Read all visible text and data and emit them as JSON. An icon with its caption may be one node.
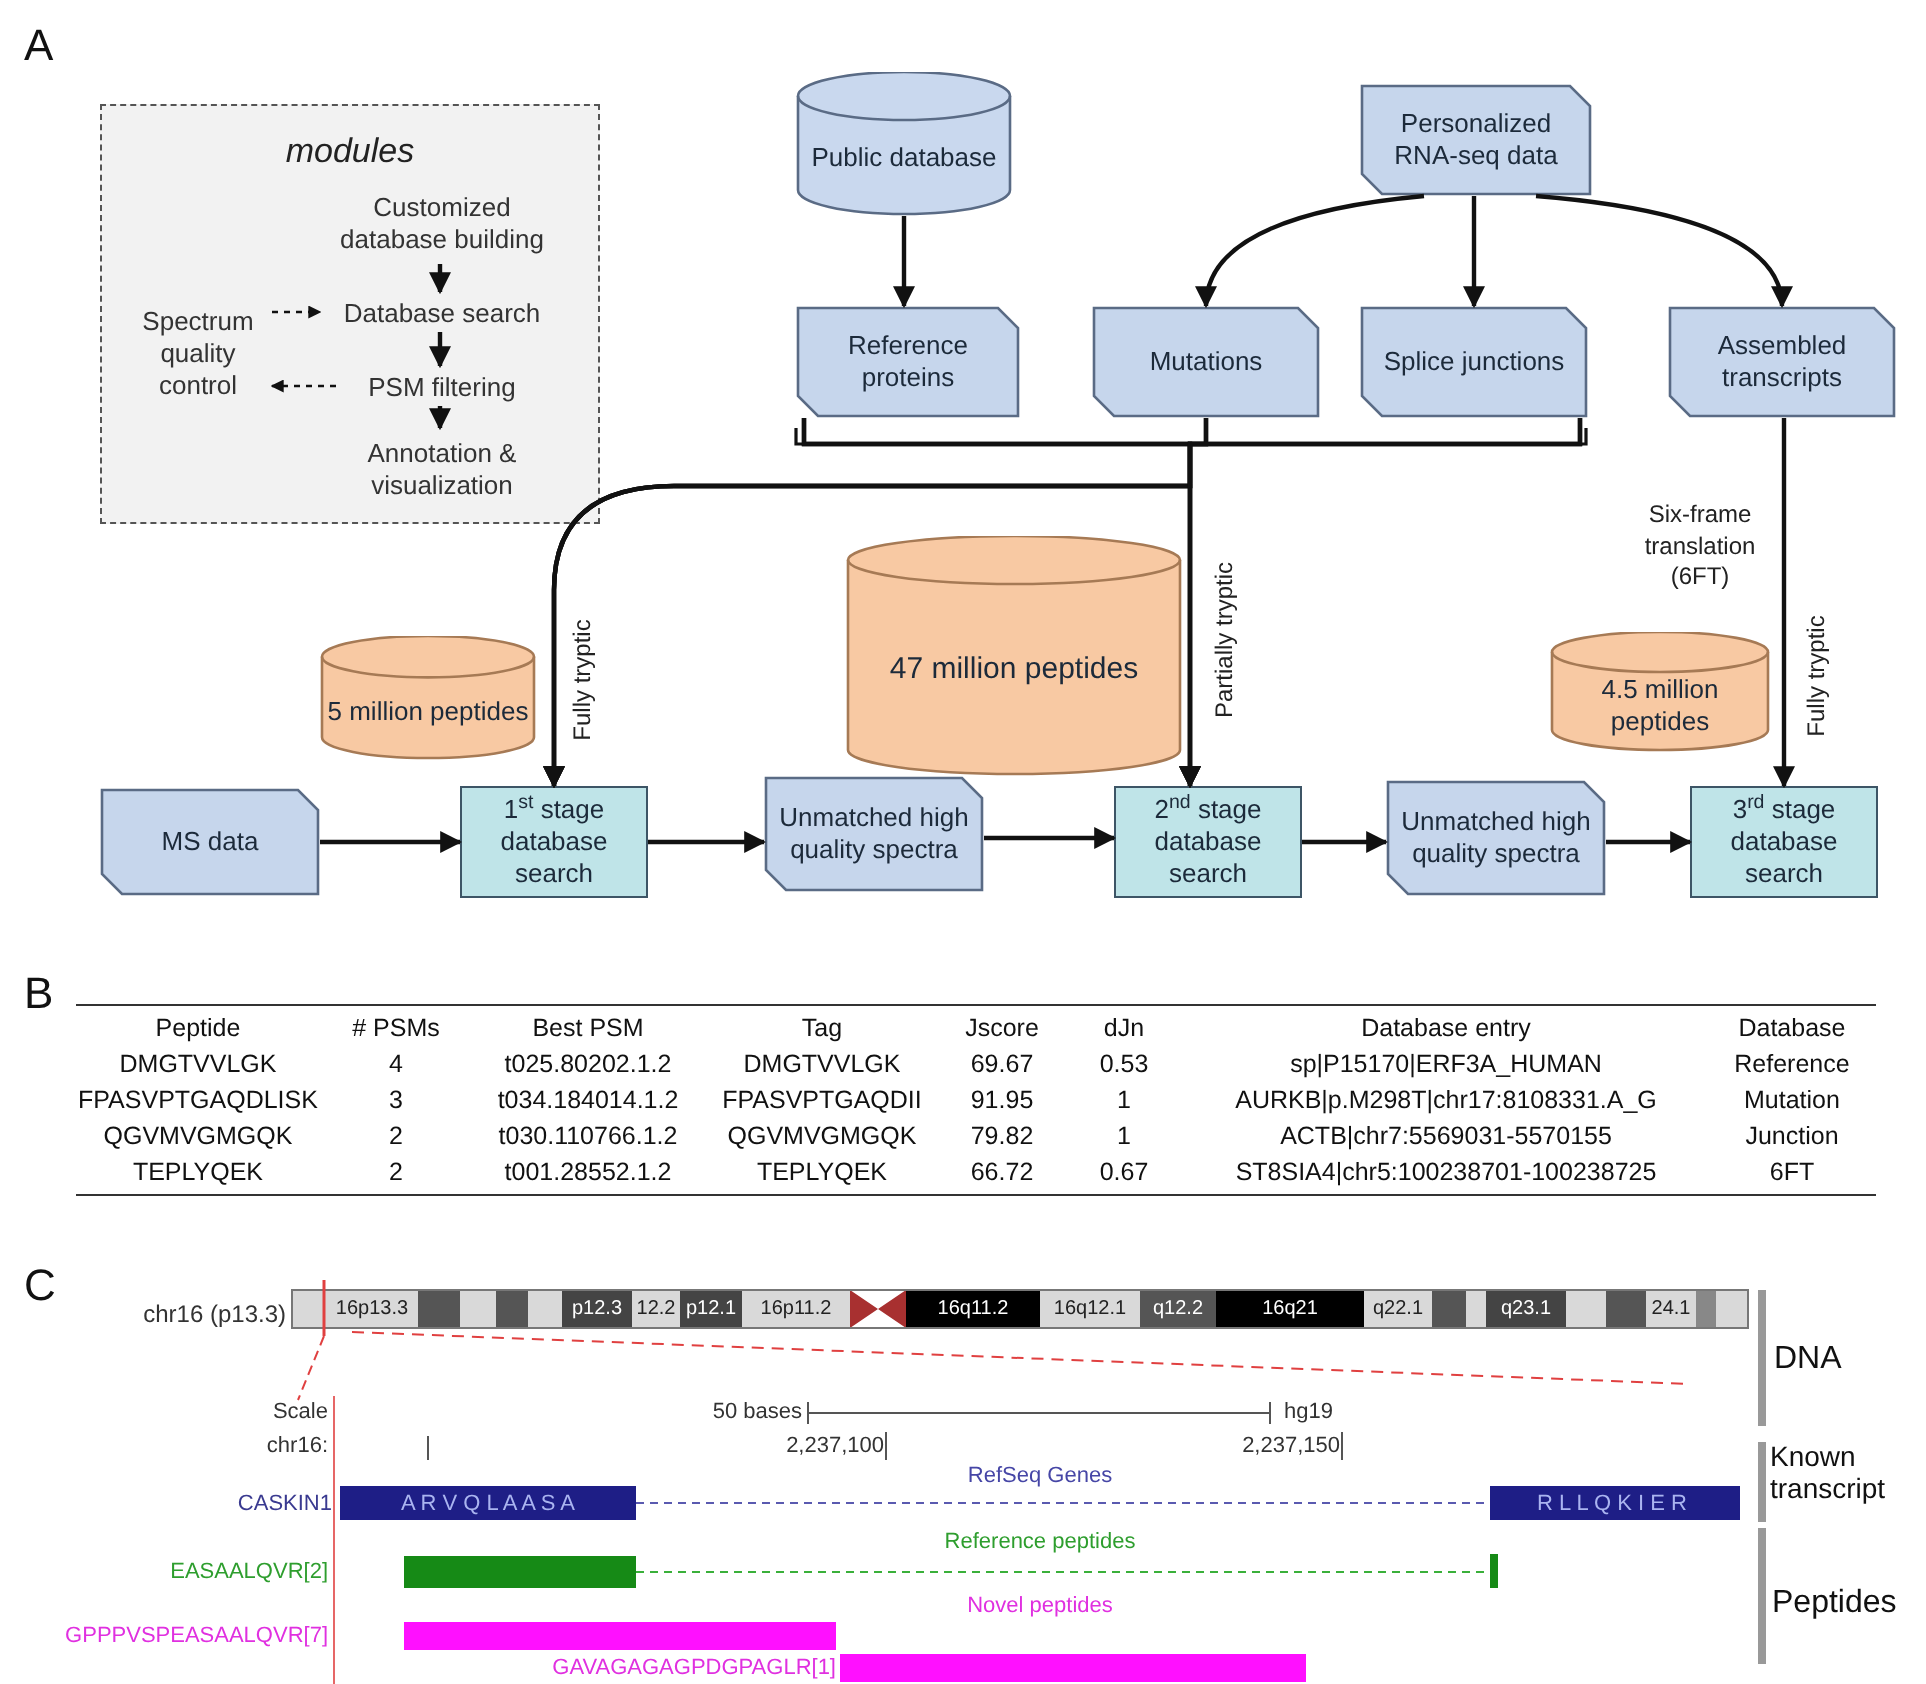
{
  "diagram": {
    "nodes": [
      {
        "text": [
          "modules"
        ]
      },
      {
        "text": [
          "Customized database building"
        ],
        "in": 0
      },
      {
        "text": [
          "Database search"
        ],
        "in": 0
      },
      {
        "text": [
          "PSM filtering"
        ],
        "in": 0
      },
      {
        "text": [
          "Annotation & visualization"
        ],
        "in": 0
      },
      {
        "text": [
          "Spectrum quality control"
        ],
        "in": 0
      },
      {
        "text": [
          "Public database"
        ]
      },
      {
        "text": [
          "Personalized RNA-seq data"
        ]
      },
      {
        "text": [
          "Reference proteins"
        ]
      },
      {
        "text": [
          "Mutations"
        ]
      },
      {
        "text": [
          "Splice junctions"
        ]
      },
      {
        "text": [
          "Assembled transcripts"
        ]
      },
      {
        "text": [
          "5 million peptides"
        ]
      },
      {
        "text": [
          "47 million peptides"
        ]
      },
      {
        "text": [
          "4.5 million peptides"
        ]
      },
      {
        "text": [
          "MS data"
        ]
      },
      {
        "text": [
          "1$^{st}$ stage database search"
        ]
      },
      {
        "text": [
          "Unmatched high quality spectra"
        ]
      },
      {
        "text": [
          "2$^{nd}$ stage database search"
        ]
      },
      {
        "text": [
          "Unmatched high quality spectra"
        ]
      },
      {
        "text": [
          "3$^{rd}$ stage database search"
        ]
      }
    ],
    "edges": [
      {
        "from": 1,
        "to": 2,
        "arrow": "to"
      },
      {
        "from": 2,
        "to": 3,
        "arrow": "to"
      },
      {
        "from": 3,
        "to": 4,
        "arrow": "to"
      },
      {
        "from": 5,
        "to": 2,
        "arrow": "to",
        "style": "dashed"
      },
      {
        "from": 3,
        "to": 5,
        "arrow": "to",
        "style": "dashed"
      },
      {
        "from": 6,
        "to": 8,
        "arrow": "to"
      },
      {
        "from": 7,
        "to": 9,
        "arrow": "to"
      },
      {
        "from": 7,
        "to": 10,
        "arrow": "to"
      },
      {
        "from": 7,
        "to": 11,
        "arrow": "to"
      },
      {
        "from": 8,
        "to": 16,
        "arrow": "to",
        "label": "Fully tryptic"
      },
      {
        "from": 9,
        "to": 16,
        "arrow": "to"
      },
      {
        "from": 10,
        "to": 16,
        "arrow": "to"
      },
      {
        "from": 8,
        "to": 18,
        "arrow": "to",
        "label": "Partially tryptic"
      },
      {
        "from": 9,
        "to": 18,
        "arrow": "to"
      },
      {
        "from": 10,
        "to": 18,
        "arrow": "to"
      },
      {
        "from": 11,
        "to": 20,
        "arrow": "to",
        "label": "Fully tryptic"
      },
      {
        "from": 15,
        "to": 16,
        "arrow": "to"
      },
      {
        "from": 16,
        "to": 17,
        "arrow": "to"
      },
      {
        "from": 17,
        "to": 18,
        "arrow": "to"
      },
      {
        "from": 18,
        "to": 19,
        "arrow": "to"
      },
      {
        "from": 19,
        "to": 20,
        "arrow": "to"
      }
    ],
    "labels": [
      "A",
      "Six-frame translation (6FT)",
      "B",
      "Peptide",
      "# PSMs",
      "Best PSM",
      "Tag",
      "Jscore",
      "dJn",
      "Database entry",
      "Database",
      "DMGTVVLGK",
      "4",
      "t025.80202.1.2",
      "DMGTVVLGK",
      "69.67",
      "0.53",
      "sp|P15170|ERF3A_HUMAN",
      "Reference",
      "FPASVPTGAQDLISK",
      "3",
      "t034.184014.1.2",
      "FPASVPTGAQDII",
      "91.95",
      "1",
      "AURKB|p.M298T|chr17:8108331.A_G",
      "Mutation",
      "QGVMVGMGQK",
      "2",
      "t030.110766.1.2",
      "QGVMVGMGQK",
      "79.82",
      "1",
      "ACTB|chr7:5569031-5570155",
      "Junction",
      "TEPLYQEK",
      "2",
      "t001.28552.1.2",
      "TEPLYQEK",
      "66.72",
      "0.67",
      "ST8SIA4|chr5:100238701-100238725",
      "6FT",
      "C",
      "chr16 (p13.3)",
      "16p13.3",
      "p12.3",
      "12.2",
      "p12.1",
      "16p11.2",
      "16q11.2",
      "16q12.1",
      "q12.2",
      "16q21",
      "q22.1",
      "q23.1",
      "24.1",
      "DNA",
      "Scale",
      "50 bases",
      "hg19",
      "chr16:",
      "2,237,100",
      "2,237,150",
      "Known transcript",
      "RefSeq Genes",
      "CASKIN1",
      "A R V Q L A A S A",
      "R L L Q K I E R",
      "Reference peptides",
      "EASAALQVR[2]",
      "Novel peptides",
      "GPPPVSPEASAALQVR[7]",
      "GAVAGAGAGPDGPAGLR[1]",
      "Peptides"
    ]
  }
}
